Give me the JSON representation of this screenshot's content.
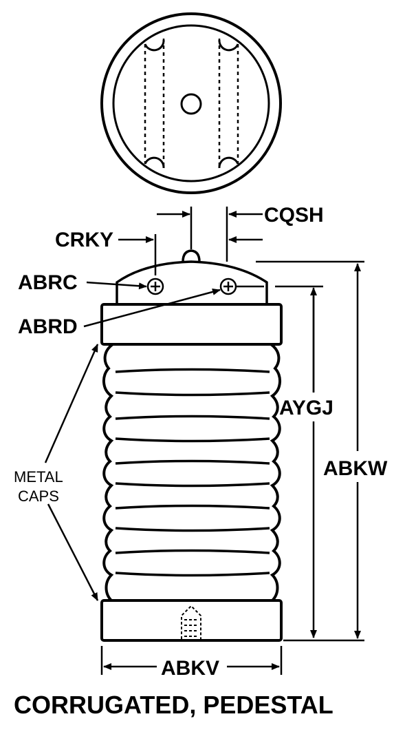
{
  "diagram": {
    "caption": "CORRUGATED, PEDESTAL",
    "labels": {
      "crky": "CRKY",
      "cqsh": "CQSH",
      "abrc": "ABRC",
      "abrd": "ABRD",
      "aygj": "AYGJ",
      "abkw": "ABKW",
      "abkv": "ABKV",
      "metal": "METAL",
      "caps": "CAPS"
    },
    "colors": {
      "ink": "#000000",
      "paper": "#ffffff"
    }
  }
}
